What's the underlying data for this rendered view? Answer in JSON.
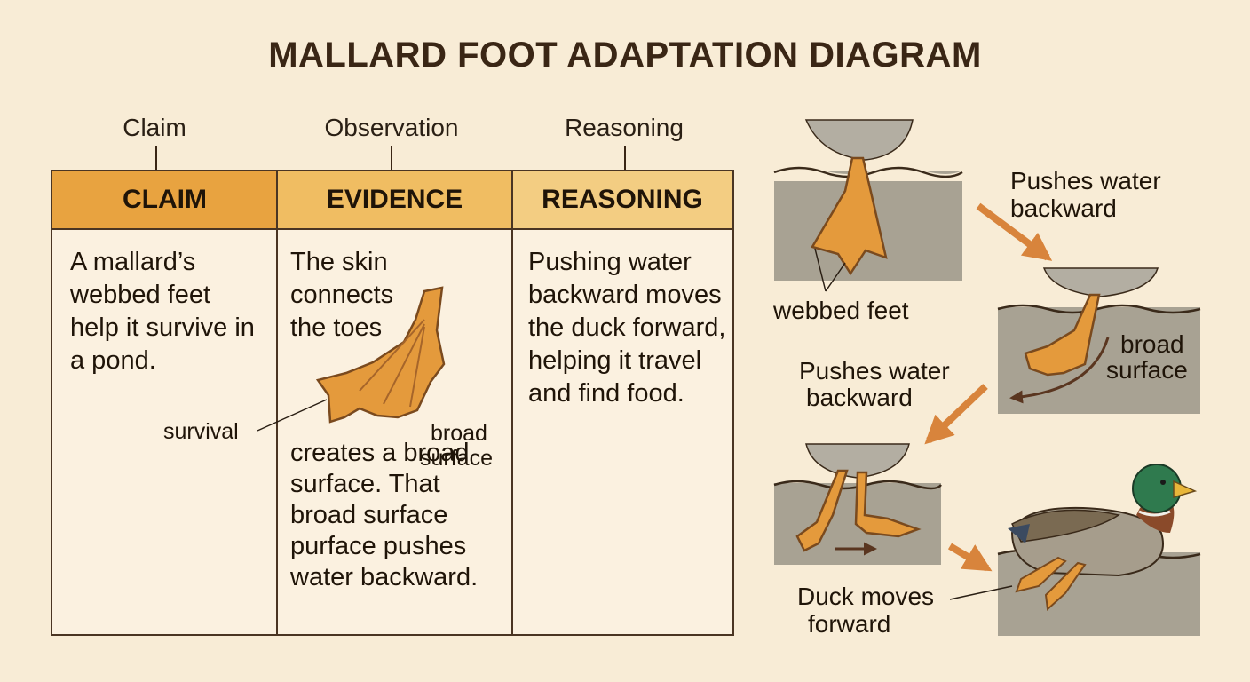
{
  "title": "MALLARD FOOT ADAPTATION DIAGRAM",
  "column_labels": {
    "claim": "Claim",
    "observation": "Observation",
    "reasoning": "Reasoning"
  },
  "table": {
    "headers": {
      "claim": "CLAIM",
      "evidence": "EVIDENCE",
      "reasoning": "REASONING"
    },
    "claim_text": "A mallard’s webbed feet help it survive in a pond.",
    "evidence_top": "The skin connects the toes",
    "evidence_bottom": "creates a broad surface. That broad surface purface pushes water backward.",
    "reasoning_text": "Pushing water backward moves the duck forward, helping it travel and find food.",
    "label_survival": "survival",
    "label_broad": "broad",
    "label_surface": "surface"
  },
  "panels": {
    "webbed_feet": "webbed feet",
    "pushes_water_1a": "Pushes water",
    "pushes_water_1b": "backward",
    "broad_a": "broad",
    "broad_b": "surface",
    "pushes_water_2a": "Pushes water",
    "pushes_water_2b": "backward",
    "duck_moves_a": "Duck moves",
    "duck_moves_b": "forward"
  },
  "colors": {
    "claim_header": "#e8a340",
    "evidence_header": "#f0bd62",
    "reasoning_header": "#f3cd82",
    "water": "#a8a293",
    "foot": "#e49a3c",
    "arrow": "#d8843c"
  }
}
